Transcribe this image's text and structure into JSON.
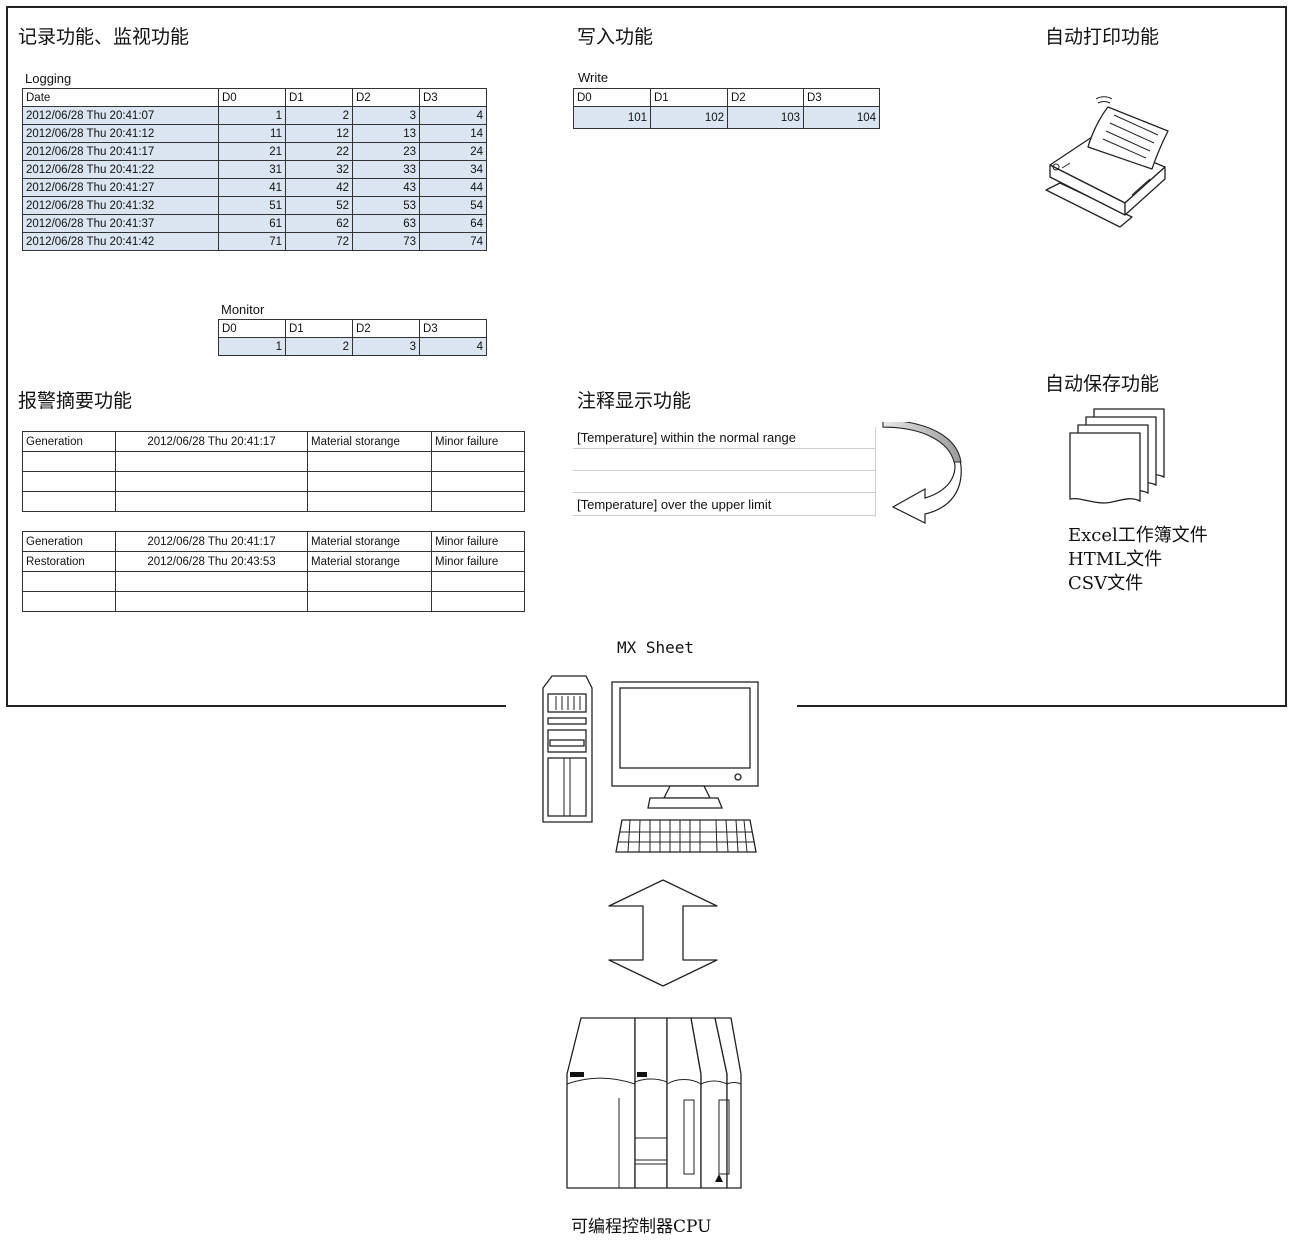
{
  "sections": {
    "logging_monitor": "记录功能、监视功能",
    "write": "写入功能",
    "auto_print": "自动打印功能",
    "alarm_summary": "报警摘要功能",
    "comment_display": "注释显示功能",
    "auto_save": "自动保存功能"
  },
  "logging": {
    "caption": "Logging",
    "headers": [
      "Date",
      "D0",
      "D1",
      "D2",
      "D3"
    ],
    "rows": [
      [
        "2012/06/28 Thu 20:41:07",
        "1",
        "2",
        "3",
        "4"
      ],
      [
        "2012/06/28 Thu 20:41:12",
        "11",
        "12",
        "13",
        "14"
      ],
      [
        "2012/06/28 Thu 20:41:17",
        "21",
        "22",
        "23",
        "24"
      ],
      [
        "2012/06/28 Thu 20:41:22",
        "31",
        "32",
        "33",
        "34"
      ],
      [
        "2012/06/28 Thu 20:41:27",
        "41",
        "42",
        "43",
        "44"
      ],
      [
        "2012/06/28 Thu 20:41:32",
        "51",
        "52",
        "53",
        "54"
      ],
      [
        "2012/06/28 Thu 20:41:37",
        "61",
        "62",
        "63",
        "64"
      ],
      [
        "2012/06/28 Thu 20:41:42",
        "71",
        "72",
        "73",
        "74"
      ]
    ]
  },
  "monitor": {
    "caption": "Monitor",
    "headers": [
      "D0",
      "D1",
      "D2",
      "D3"
    ],
    "values": [
      "1",
      "2",
      "3",
      "4"
    ]
  },
  "write": {
    "caption": "Write",
    "headers": [
      "D0",
      "D1",
      "D2",
      "D3"
    ],
    "values": [
      "101",
      "102",
      "103",
      "104"
    ]
  },
  "alarm_table_1": [
    [
      "Generation",
      "2012/06/28 Thu 20:41:17",
      "Material storange",
      "Minor failure"
    ],
    [
      "",
      "",
      "",
      ""
    ],
    [
      "",
      "",
      "",
      ""
    ],
    [
      "",
      "",
      "",
      ""
    ]
  ],
  "alarm_table_2": [
    [
      "Generation",
      "2012/06/28 Thu 20:41:17",
      "Material storange",
      "Minor failure"
    ],
    [
      "Restoration",
      "2012/06/28 Thu 20:43:53",
      "Material storange",
      "Minor failure"
    ],
    [
      "",
      "",
      "",
      ""
    ],
    [
      "",
      "",
      "",
      ""
    ]
  ],
  "comments": {
    "line1": "[Temperature] within the normal range",
    "line2": "[Temperature] over the upper limit"
  },
  "save_files": [
    "Excel工作簿文件",
    "HTML文件",
    "CSV文件"
  ],
  "mx_sheet": "MX Sheet",
  "plc_label": "可编程控制器CPU",
  "icons": [
    "printer-icon",
    "documents-icon",
    "computer-icon",
    "double-arrow-icon",
    "plc-icon",
    "curved-arrow-icon"
  ],
  "colors": {
    "cell_shade": "#dbe5f1"
  }
}
